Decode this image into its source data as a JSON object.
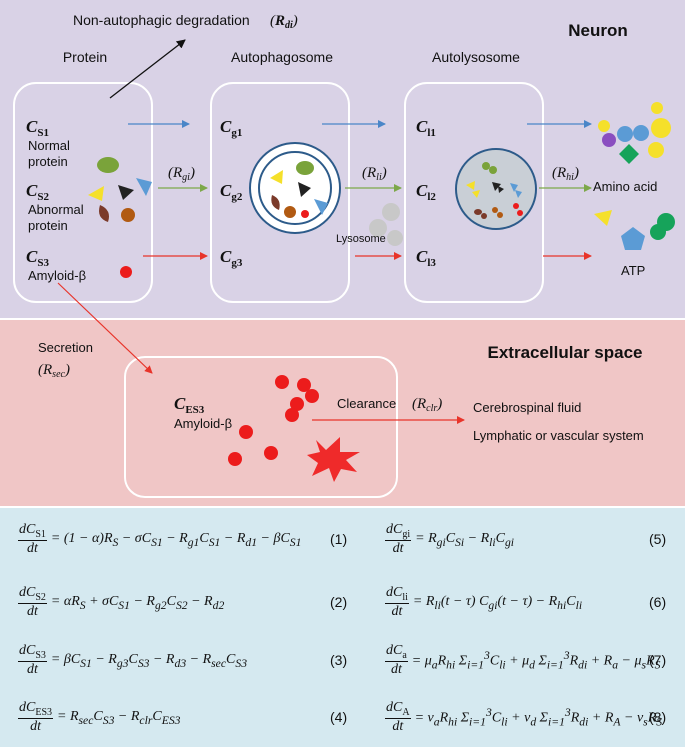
{
  "regions": {
    "neuron": "Neuron",
    "extracellular": "Extracellular space"
  },
  "colors": {
    "neuron_bg": "#d9d2e6",
    "extracellular_bg": "#f0c6c6",
    "equations_bg": "#d5e9f0",
    "blue_arrow": "#4a86c8",
    "green_arrow": "#7da84a",
    "red_arrow": "#e8342a",
    "ring": "#2d5b8a"
  },
  "labels": {
    "non_autophagic": "Non-autophagic degradation",
    "non_autophagic_rate": "R",
    "non_autophagic_rate_sub": "di",
    "protein": "Protein",
    "autophagosome": "Autophagosome",
    "autolysosome": "Autolysosome",
    "cs1_main": "C",
    "cs1_sub": "S1",
    "cs1_desc1": "Normal",
    "cs1_desc2": "protein",
    "cs2_main": "C",
    "cs2_sub": "S2",
    "cs2_desc1": "Abnormal",
    "cs2_desc2": "protein",
    "cs3_main": "C",
    "cs3_sub": "S3",
    "cs3_desc": "Amyloid-β",
    "cg1_main": "C",
    "cg1_sub": "g1",
    "cg2_main": "C",
    "cg2_sub": "g2",
    "cg3_main": "C",
    "cg3_sub": "g3",
    "cl1_main": "C",
    "cl1_sub": "l1",
    "cl2_main": "C",
    "cl2_sub": "l2",
    "cl3_main": "C",
    "cl3_sub": "l3",
    "rgi": "(R",
    "rgi_sub": "gi",
    "rli": "(R",
    "rli_sub": "li",
    "rhi": "(R",
    "rhi_sub": "hi",
    "close_paren": ")",
    "lysosome": "Lysosome",
    "amino_acid": "Amino acid",
    "atp": "ATP",
    "secretion": "Secretion",
    "rsec": "(R",
    "rsec_sub": "sec",
    "ces3_main": "C",
    "ces3_sub": "ES3",
    "ces3_desc": "Amyloid-β",
    "clearance": "Clearance",
    "rclr": "(R",
    "rclr_sub": "clr",
    "csf": "Cerebrospinal fluid",
    "lymphatic": "Lymphatic or vascular system"
  },
  "equations": [
    {
      "num": "dC",
      "num_sub": "S1",
      "den": "dt",
      "rhs": "= (1 − α)R<sub>S</sub> − σC<sub>S1</sub> − R<sub>g1</sub>C<sub>S1</sub> − R<sub>d1</sub> − βC<sub>S1</sub>",
      "no": "(1)"
    },
    {
      "num": "dC",
      "num_sub": "S2",
      "den": "dt",
      "rhs": "= αR<sub>S</sub> + σC<sub>S1</sub> − R<sub>g2</sub>C<sub>S2</sub> − R<sub>d2</sub>",
      "no": "(2)"
    },
    {
      "num": "dC",
      "num_sub": "S3",
      "den": "dt",
      "rhs": "= βC<sub>S1</sub> − R<sub>g3</sub>C<sub>S3</sub> − R<sub>d3</sub> − R<sub>sec</sub>C<sub>S3</sub>",
      "no": "(3)"
    },
    {
      "num": "dC",
      "num_sub": "ES3",
      "den": "dt",
      "rhs": "= R<sub>sec</sub>C<sub>S3</sub> − R<sub>clr</sub>C<sub>ES3</sub>",
      "no": "(4)"
    },
    {
      "num": "dC",
      "num_sub": "gi",
      "den": "dt",
      "rhs": "= R<sub>gi</sub>C<sub>Si</sub> − R<sub>li</sub>C<sub>gi</sub>",
      "no": "(5)"
    },
    {
      "num": "dC",
      "num_sub": "li",
      "den": "dt",
      "rhs": "= R<sub>li</sub>(t − τ) C<sub>gi</sub>(t − τ) − R<sub>hi</sub>C<sub>li</sub>",
      "no": "(6)"
    },
    {
      "num": "dC",
      "num_sub": "a",
      "den": "dt",
      "rhs": "= μ<sub>a</sub>R<sub>hi</sub> Σ<sub>i=1</sub><sup>3</sup>C<sub>li</sub> + μ<sub>d</sub> Σ<sub>i=1</sub><sup>3</sup>R<sub>di</sub> + R<sub>a</sub> − μ<sub>s</sub>R<sub>S</sub>",
      "no": "(7)"
    },
    {
      "num": "dC",
      "num_sub": "A",
      "den": "dt",
      "rhs": "= ν<sub>a</sub>R<sub>hi</sub> Σ<sub>i=1</sub><sup>3</sup>C<sub>li</sub> + ν<sub>d</sub> Σ<sub>i=1</sub><sup>3</sup>R<sub>di</sub> + R<sub>A</sub> − ν<sub>s</sub>R<sub>S</sub>",
      "no": "(8)"
    }
  ]
}
